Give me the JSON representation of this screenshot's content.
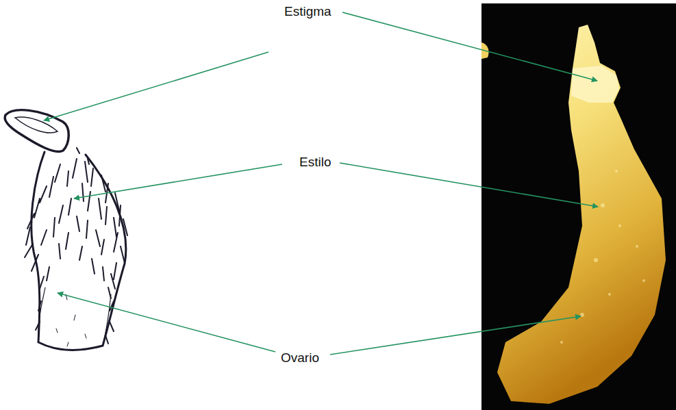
{
  "diagram": {
    "labels": [
      "Estigma",
      "Estilo",
      "Ovario"
    ]
  }
}
